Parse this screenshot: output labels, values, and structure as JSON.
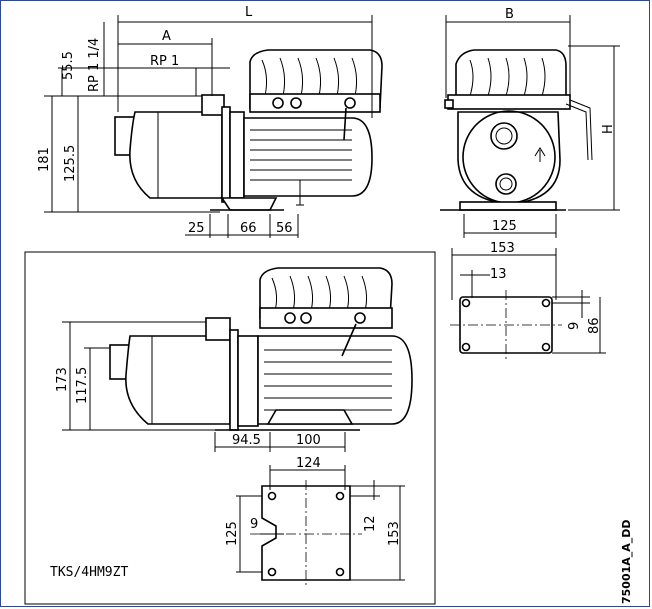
{
  "top_view": {
    "dim_L": "L",
    "dim_A": "A",
    "dim_RP": "RP 1",
    "dim_55_5": "55.5",
    "dim_RP114": "RP 1 1/4",
    "dim_181": "181",
    "dim_125_5": "125.5",
    "dim_25": "25",
    "dim_66": "66",
    "dim_56": "56"
  },
  "end_view": {
    "dim_B": "B",
    "dim_H": "H",
    "dim_125": "125",
    "dim_153": "153"
  },
  "base_right": {
    "dim_13": "13",
    "dim_9": "9",
    "dim_86": "86"
  },
  "lower_view": {
    "dim_173": "173",
    "dim_117_5": "117.5",
    "dim_94_5": "94.5",
    "dim_100": "100",
    "dim_124": "124",
    "dim_125": "125",
    "dim_9": "9",
    "dim_12": "12",
    "dim_153": "153",
    "model": "TKS/4HM9ZT"
  },
  "drawing_code": "75001A_A_DD"
}
